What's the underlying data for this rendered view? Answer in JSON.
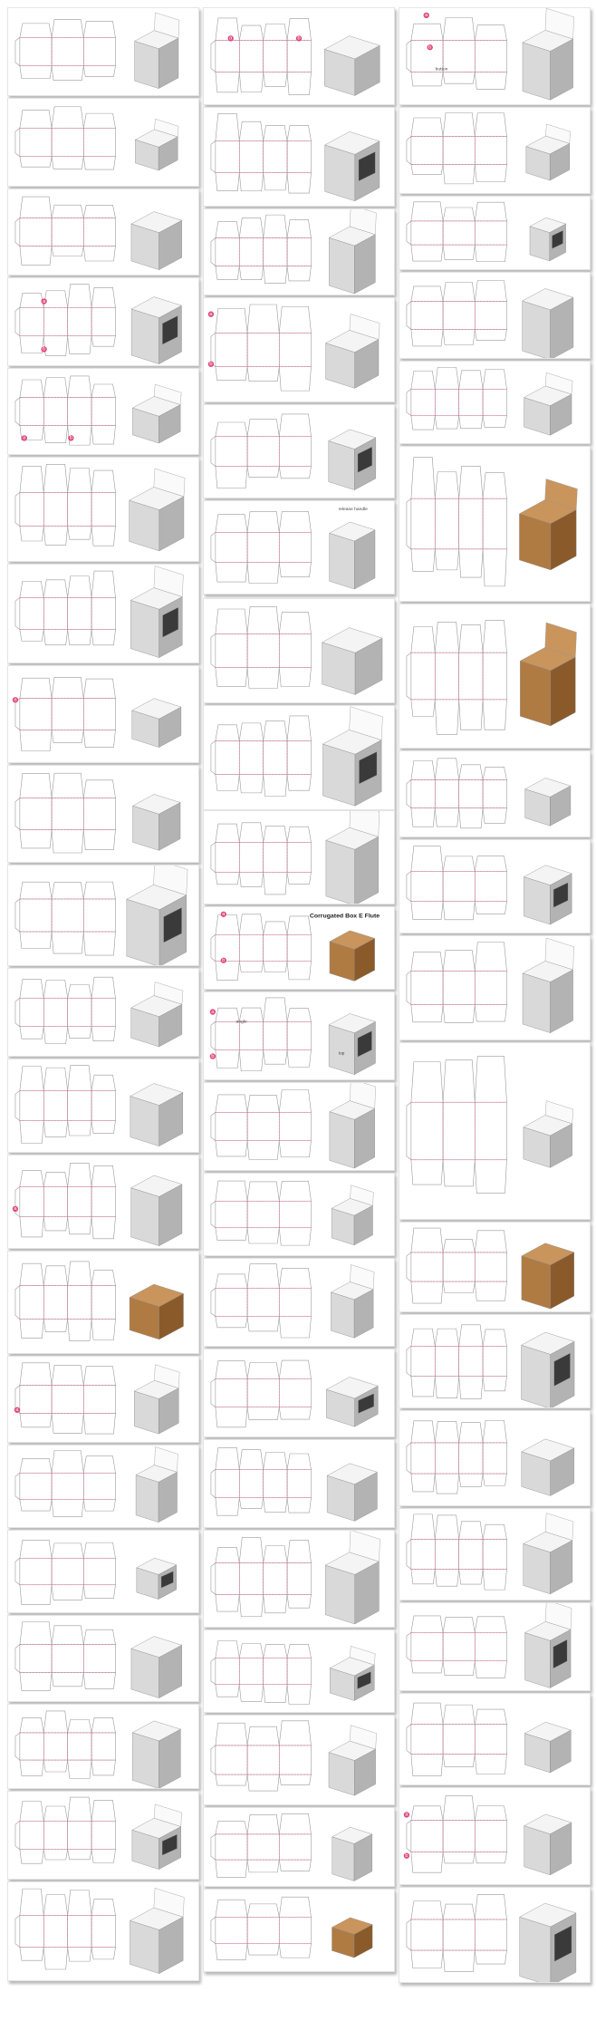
{
  "colors": {
    "cut_line": "#9a9a9a",
    "fold_line": "#e94d7a",
    "marker": "#e0457b",
    "box_light": "#f4f4f4",
    "box_mid": "#d9d9d9",
    "box_dark": "#b3b3b3",
    "kraft_light": "#c9955c",
    "kraft_mid": "#b07a43",
    "kraft_dark": "#8a5a2b"
  },
  "texts": {
    "corrugated_caption": "Corrugated Box E Flute",
    "label_a": "a",
    "label_b": "b",
    "note_release_handle": "release handle",
    "note_angle": "angle",
    "note_top": "top",
    "note_button": "button"
  },
  "icons": {
    "die_line": "die-line-template",
    "box_render": "box-3d-render",
    "marker": "label-marker-icon"
  }
}
